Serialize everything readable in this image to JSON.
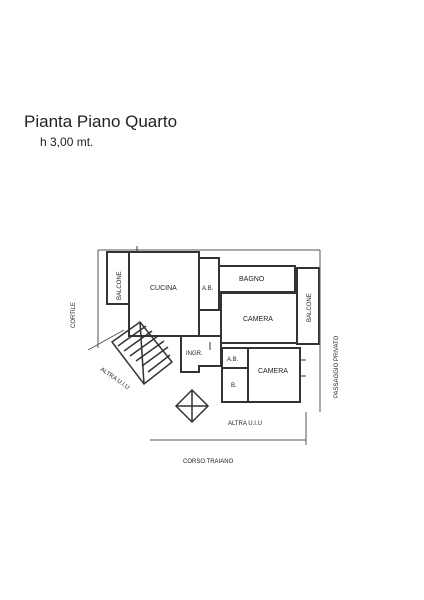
{
  "plan": {
    "title": "Pianta Piano Quarto",
    "height_note": "h 3,00 mt.",
    "rooms": {
      "cucina": "CUCINA",
      "bagno": "BAGNO",
      "camera_1": "CAMERA",
      "camera_2": "CAMERA",
      "balcone_left": "BALCONE",
      "balcone_right": "BALCONE",
      "ab_1": "A.B.",
      "ab_2": "A.B.",
      "ingresso": "INGR.",
      "b": "B."
    },
    "surroundings": {
      "cortile": "CORTILE",
      "passaggio": "PASSAGGIO PRIVATO",
      "altra_left": "ALTRA U.I.U",
      "altra_bottom": "ALTRA U.I.U",
      "strada": "CORSO TRAIANO"
    }
  }
}
